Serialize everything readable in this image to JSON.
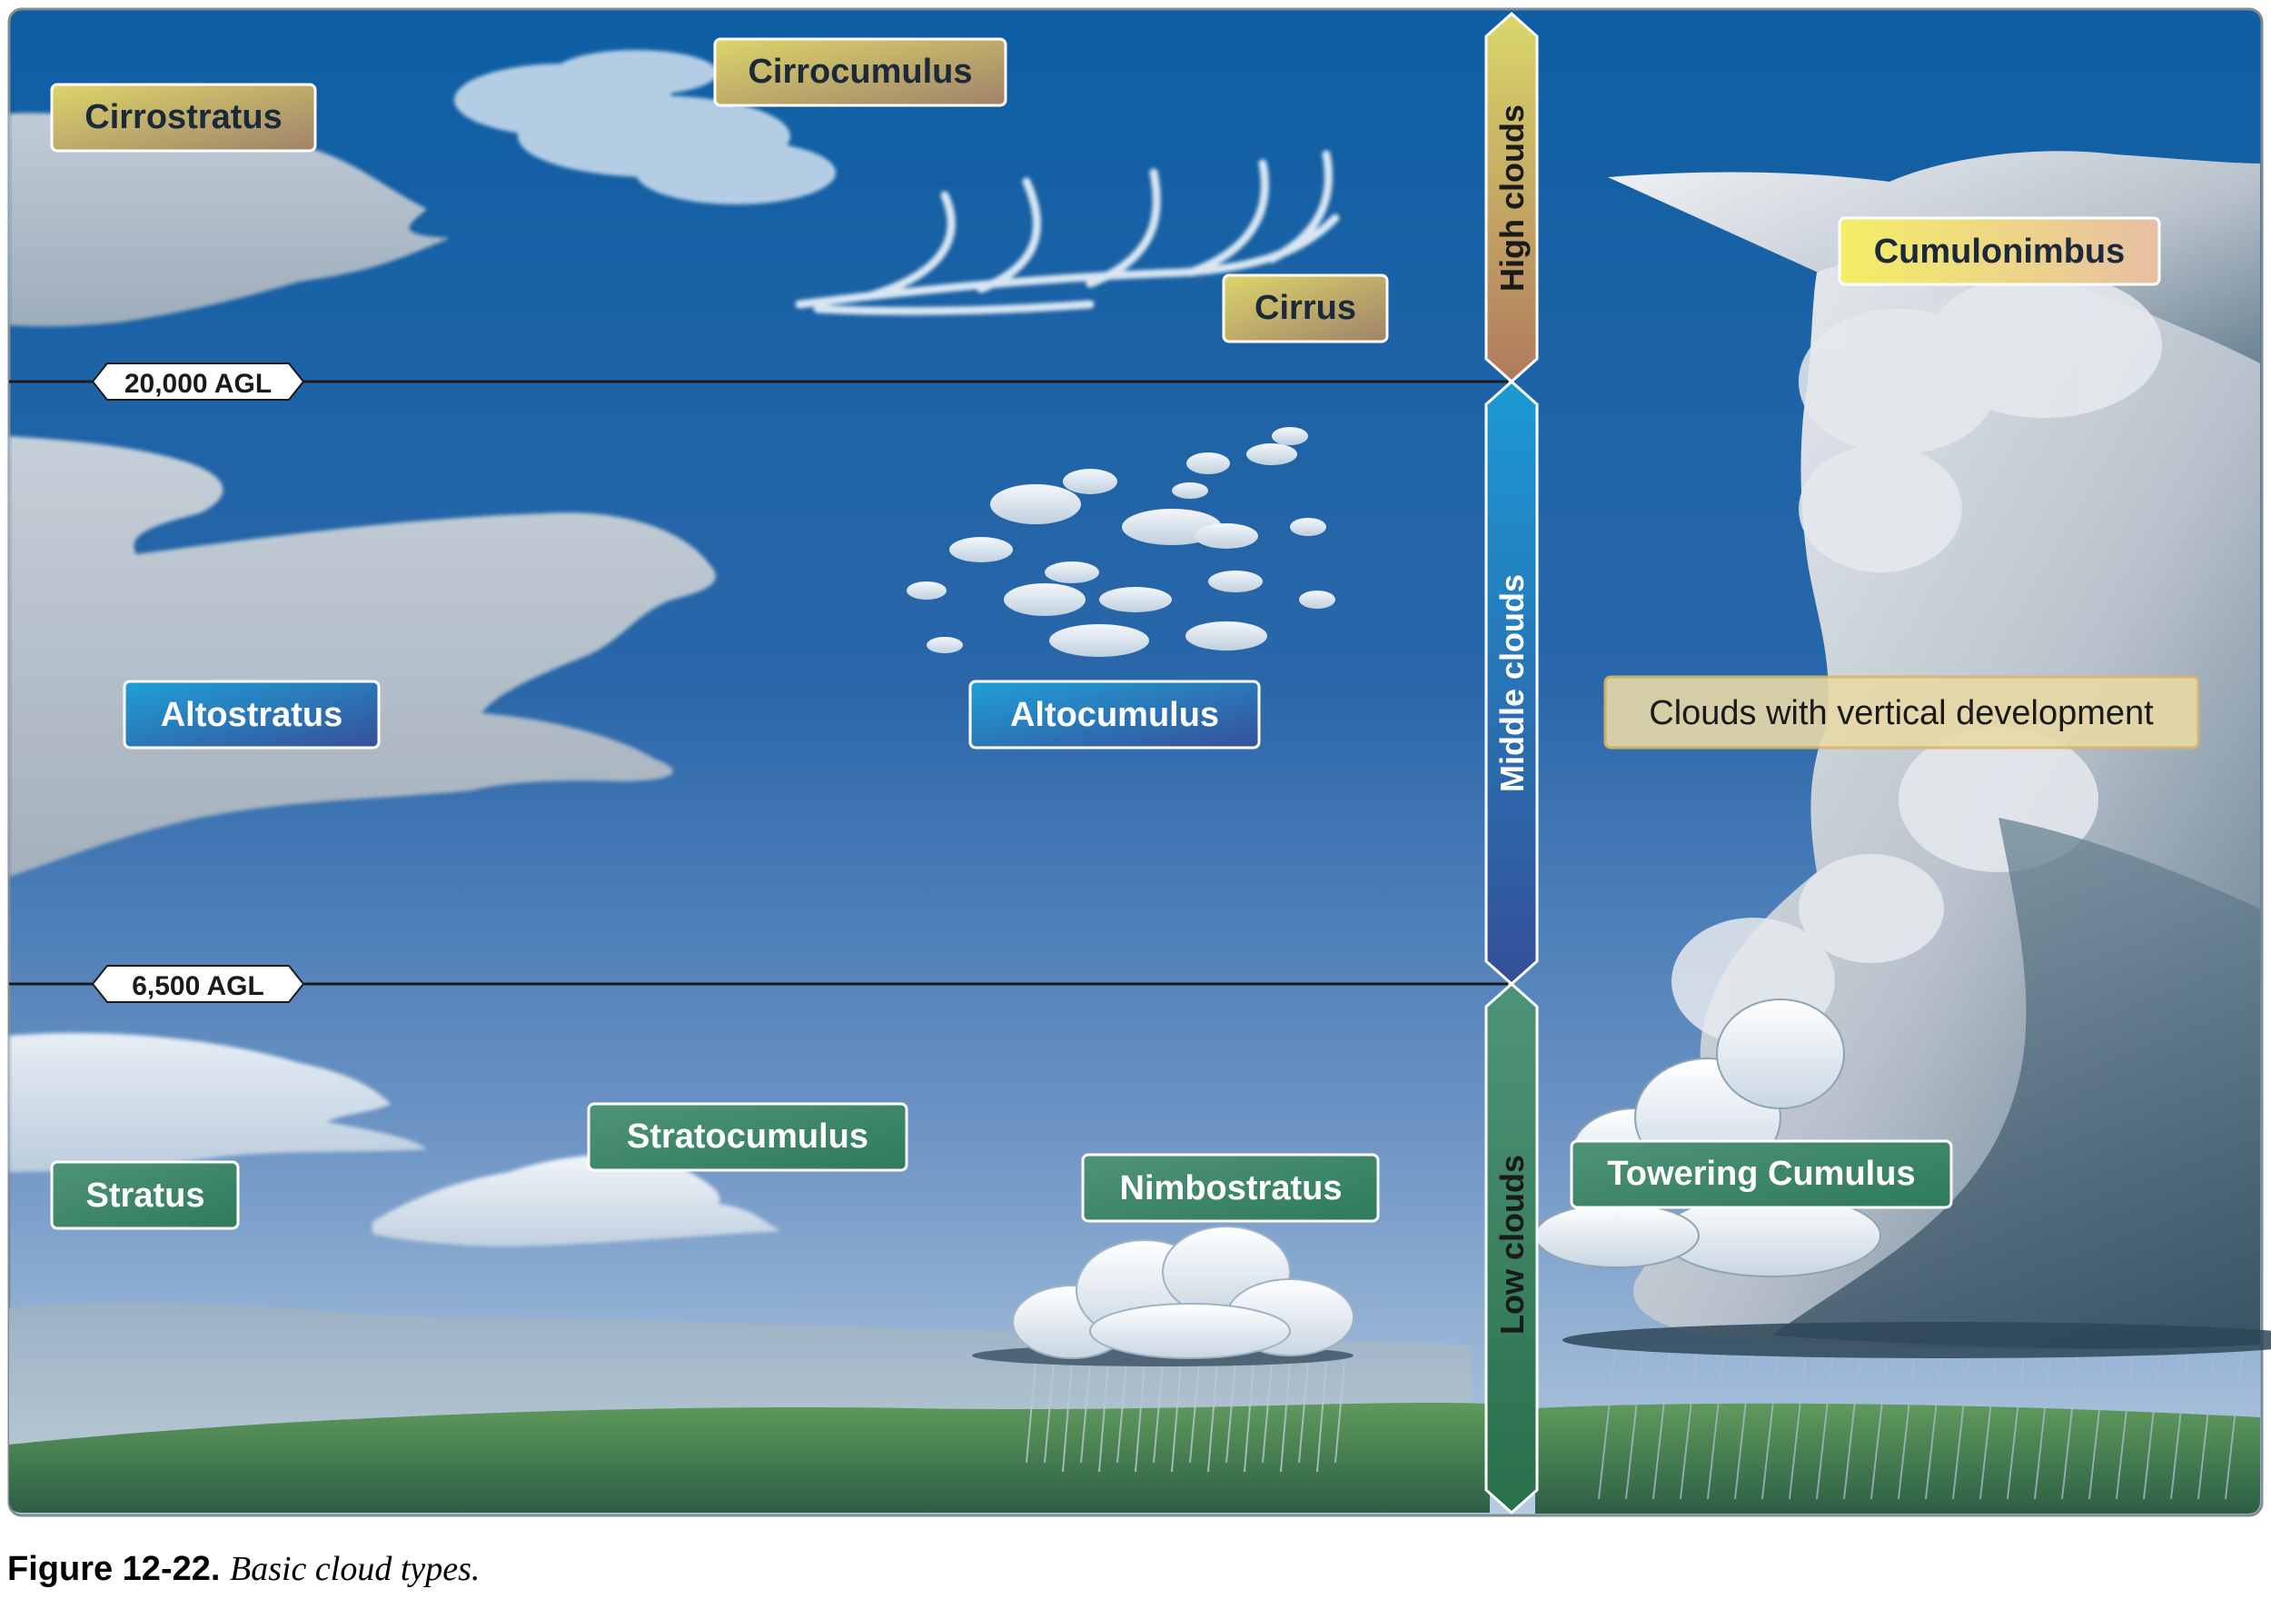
{
  "figure": {
    "number": "Figure 12-22.",
    "caption": "Basic cloud types."
  },
  "altitude_markers": [
    "20,000 AGL",
    "6,500 AGL"
  ],
  "bands": {
    "high": "High clouds",
    "middle": "Middle clouds",
    "low": "Low clouds"
  },
  "clouds": {
    "cirrostratus": "Cirrostratus",
    "cirrocumulus": "Cirrocumulus",
    "cirrus": "Cirrus",
    "altostratus": "Altostratus",
    "altocumulus": "Altocumulus",
    "stratus": "Stratus",
    "stratocumulus": "Stratocumulus",
    "nimbostratus": "Nimbostratus",
    "cumulonimbus": "Cumulonimbus",
    "towering_cumulus": "Towering Cumulus",
    "vertical": "Clouds with vertical development"
  },
  "colors": {
    "sky_top": "#0f5fa3",
    "sky_bottom": "#9ab7d6",
    "ground": "#3f7a52",
    "high_band": "#c9c46a",
    "middle_band": "#2f7fbf",
    "low_band": "#4f9478"
  }
}
